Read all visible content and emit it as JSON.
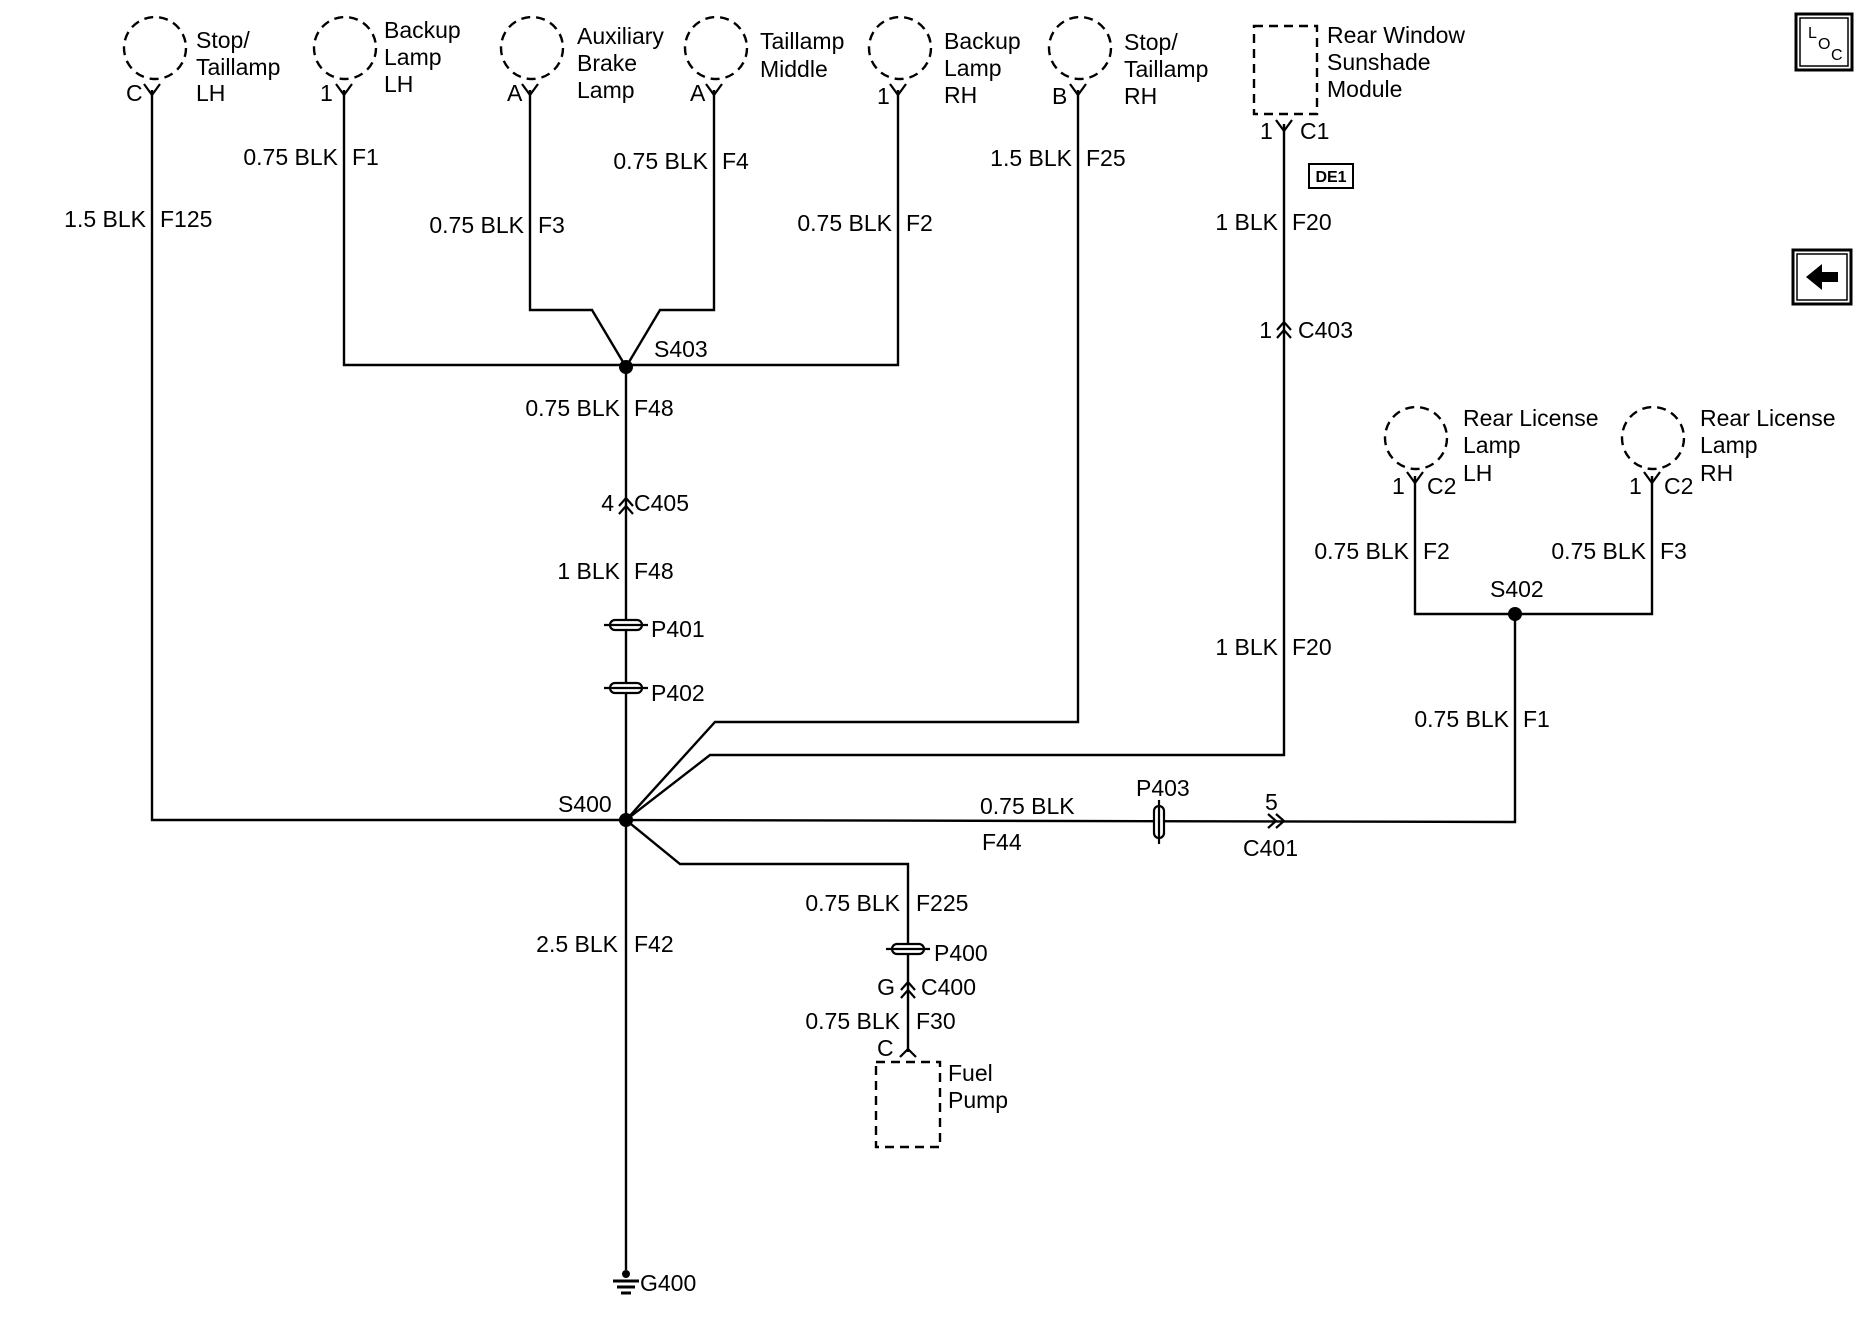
{
  "components": {
    "stop_taillamp_lh": {
      "line1": "Stop/",
      "line2": "Taillamp",
      "line3": "LH",
      "pin": "C"
    },
    "backup_lamp_lh": {
      "line1": "Backup",
      "line2": "Lamp",
      "line3": "LH",
      "pin": "1"
    },
    "aux_brake_lamp": {
      "line1": "Auxiliary",
      "line2": "Brake",
      "line3": "Lamp",
      "pin": "A"
    },
    "taillamp_middle": {
      "line1": "Taillamp",
      "line2": "Middle",
      "pin": "A"
    },
    "backup_lamp_rh": {
      "line1": "Backup",
      "line2": "Lamp",
      "line3": "RH",
      "pin": "1"
    },
    "stop_taillamp_rh": {
      "line1": "Stop/",
      "line2": "Taillamp",
      "line3": "RH",
      "pin": "B"
    },
    "sunshade_module": {
      "line1": "Rear Window",
      "line2": "Sunshade",
      "line3": "Module",
      "pin": "1",
      "connector": "C1",
      "tag": "DE1"
    },
    "license_lamp_lh": {
      "line1": "Rear License",
      "line2": "Lamp",
      "line3": "LH",
      "pin": "1",
      "connector": "C2"
    },
    "license_lamp_rh": {
      "line1": "Rear License",
      "line2": "Lamp",
      "line3": "RH",
      "pin": "1",
      "connector": "C2"
    },
    "fuel_pump": {
      "line1": "Fuel",
      "line2": "Pump",
      "pin": "C"
    }
  },
  "wires": {
    "f125": {
      "gauge": "1.5 BLK",
      "circuit": "F125"
    },
    "f1": {
      "gauge": "0.75 BLK",
      "circuit": "F1"
    },
    "f3": {
      "gauge": "0.75 BLK",
      "circuit": "F3"
    },
    "f4": {
      "gauge": "0.75 BLK",
      "circuit": "F4"
    },
    "f2": {
      "gauge": "0.75 BLK",
      "circuit": "F2"
    },
    "f25": {
      "gauge": "1.5 BLK",
      "circuit": "F25"
    },
    "f20_upper": {
      "gauge": "1 BLK",
      "circuit": "F20"
    },
    "f20_lower": {
      "gauge": "1 BLK",
      "circuit": "F20"
    },
    "f48_upper": {
      "gauge": "0.75 BLK",
      "circuit": "F48"
    },
    "f48_lower": {
      "gauge": "1 BLK",
      "circuit": "F48"
    },
    "lic_f2": {
      "gauge": "0.75 BLK",
      "circuit": "F2"
    },
    "lic_f3": {
      "gauge": "0.75 BLK",
      "circuit": "F3"
    },
    "lic_f1": {
      "gauge": "0.75 BLK",
      "circuit": "F1"
    },
    "f44": {
      "gauge": "0.75 BLK",
      "circuit": "F44"
    },
    "f225": {
      "gauge": "0.75 BLK",
      "circuit": "F225"
    },
    "f30": {
      "gauge": "0.75 BLK",
      "circuit": "F30"
    },
    "f42": {
      "gauge": "2.5 BLK",
      "circuit": "F42"
    }
  },
  "connectors": {
    "c403": {
      "pin": "1",
      "name": "C403"
    },
    "c405": {
      "pin": "4",
      "name": "C405"
    },
    "c401": {
      "pin": "5",
      "name": "C401"
    },
    "c400": {
      "pin": "G",
      "name": "C400"
    },
    "p401": "P401",
    "p402": "P402",
    "p403": "P403",
    "p400": "P400"
  },
  "splices": {
    "s403": "S403",
    "s400": "S400",
    "s402": "S402"
  },
  "ground": "G400",
  "side_buttons": {
    "loc": {
      "l": "L",
      "o": "O",
      "c": "C",
      "icon": "location-icon"
    },
    "back": {
      "icon": "left-arrow-icon"
    }
  }
}
